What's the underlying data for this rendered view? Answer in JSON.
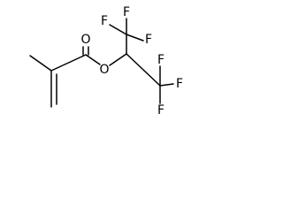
{
  "molecule": {
    "atoms": {
      "carbonyl_oxygen": "O",
      "ester_oxygen": "O",
      "fluorine_1": "F",
      "fluorine_2": "F",
      "fluorine_3": "F",
      "fluorine_4": "F",
      "fluorine_5": "F",
      "fluorine_6": "F"
    }
  }
}
